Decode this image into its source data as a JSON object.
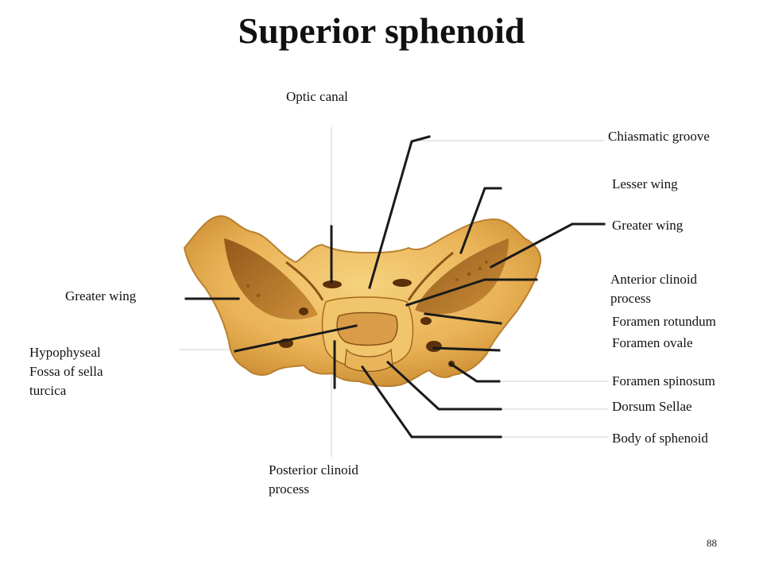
{
  "title": "Superior sphenoid",
  "labels": {
    "optic_canal": "Optic canal",
    "chiasmatic_groove": "Chiasmatic groove",
    "lesser_wing": "Lesser wing",
    "greater_wing_right": "Greater wing",
    "anterior_clinoid": [
      "Anterior clinoid",
      "process"
    ],
    "foramen_rotundum": "Foramen rotundum",
    "foramen_ovale": "Foramen ovale",
    "foramen_spinosum": "Foramen spinosum",
    "dorsum_sellae": "Dorsum Sellae",
    "body_of_sphenoid": "Body of sphenoid",
    "greater_wing_left": "Greater wing",
    "hypophyseal_fossa": [
      "Hypophyseal",
      "Fossa of sella",
      "turcica"
    ],
    "posterior_clinoid": [
      "Posterior clinoid",
      "process"
    ]
  },
  "page_number": "88",
  "colors": {
    "bone_light": "#f3c66a",
    "bone_mid": "#e2a640",
    "bone_dark": "#b06f1c",
    "bone_shadow": "#7a4310",
    "leader": "#1a1a1a",
    "guide": "#c8c8c8"
  }
}
